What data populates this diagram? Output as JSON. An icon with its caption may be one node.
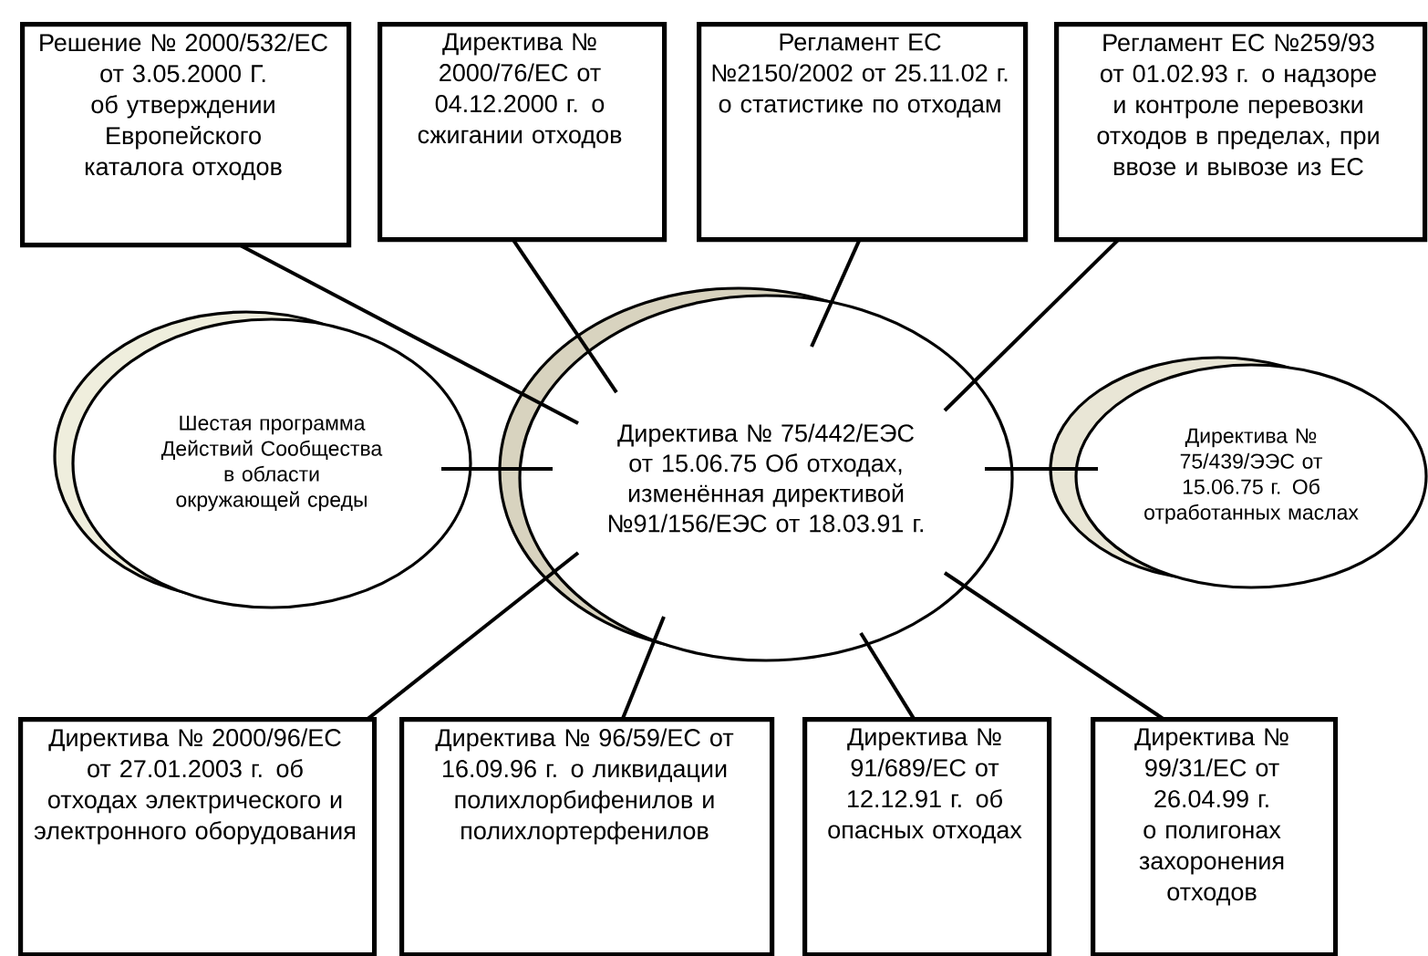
{
  "diagram": {
    "nodes": [
      {
        "text": [
          "Решение № 2000/532/ЕС от 3.05.2000 Г. об утверждении Европейского каталога отходов"
        ]
      },
      {
        "text": [
          "Директива № 2000/76/ЕС от 04.12.2000 г. о сжигании отходов"
        ]
      },
      {
        "text": [
          "Регламент ЕС №2150/2002 от 25.11.02 г. о статистике по отходам"
        ]
      },
      {
        "text": [
          "Регламент ЕС №259/93 от 01.02.93 г. о надзоре и контроле перевозки отходов в пределах, при ввозе и вывозе из ЕС"
        ]
      },
      {
        "text": [
          "Шестая программа Действий Сообщества в области окружающей среды"
        ]
      },
      {
        "text": [
          "Директива № 75/442/ЕЭС от 15.06.75 Об отходах, изменённая директивой №91/156/ЕЭС от 18.03.91 г."
        ]
      },
      {
        "text": [
          "Директива № 75/439/ЭЭС от 15.06.75 г. Об отработанных маслах"
        ]
      },
      {
        "text": [
          "Директива № 2000/96/ЕС от 27.01.2003 г. об отходах электрического и электронного оборудования"
        ]
      },
      {
        "text": [
          "Директива № 96/59/ЕС от 16.09.96 г. о ликвидации полихлорбифенилов и полихлортерфенилов"
        ]
      },
      {
        "text": [
          "Директива № 91/689/ЕС от 12.12.91 г. об опасных отходах"
        ]
      },
      {
        "text": [
          "Директива № 99/31/ЕС от 26.04.99 г. о полигонах захоронения отходов"
        ]
      }
    ],
    "edges": [
      {
        "from": 0,
        "to": 5,
        "arrow": "none"
      },
      {
        "from": 1,
        "to": 5,
        "arrow": "none"
      },
      {
        "from": 2,
        "to": 5,
        "arrow": "none"
      },
      {
        "from": 3,
        "to": 5,
        "arrow": "none"
      },
      {
        "from": 4,
        "to": 5,
        "arrow": "none"
      },
      {
        "from": 6,
        "to": 5,
        "arrow": "none"
      },
      {
        "from": 7,
        "to": 5,
        "arrow": "none"
      },
      {
        "from": 8,
        "to": 5,
        "arrow": "none"
      },
      {
        "from": 9,
        "to": 5,
        "arrow": "none"
      },
      {
        "from": 10,
        "to": 5,
        "arrow": "none"
      }
    ]
  }
}
